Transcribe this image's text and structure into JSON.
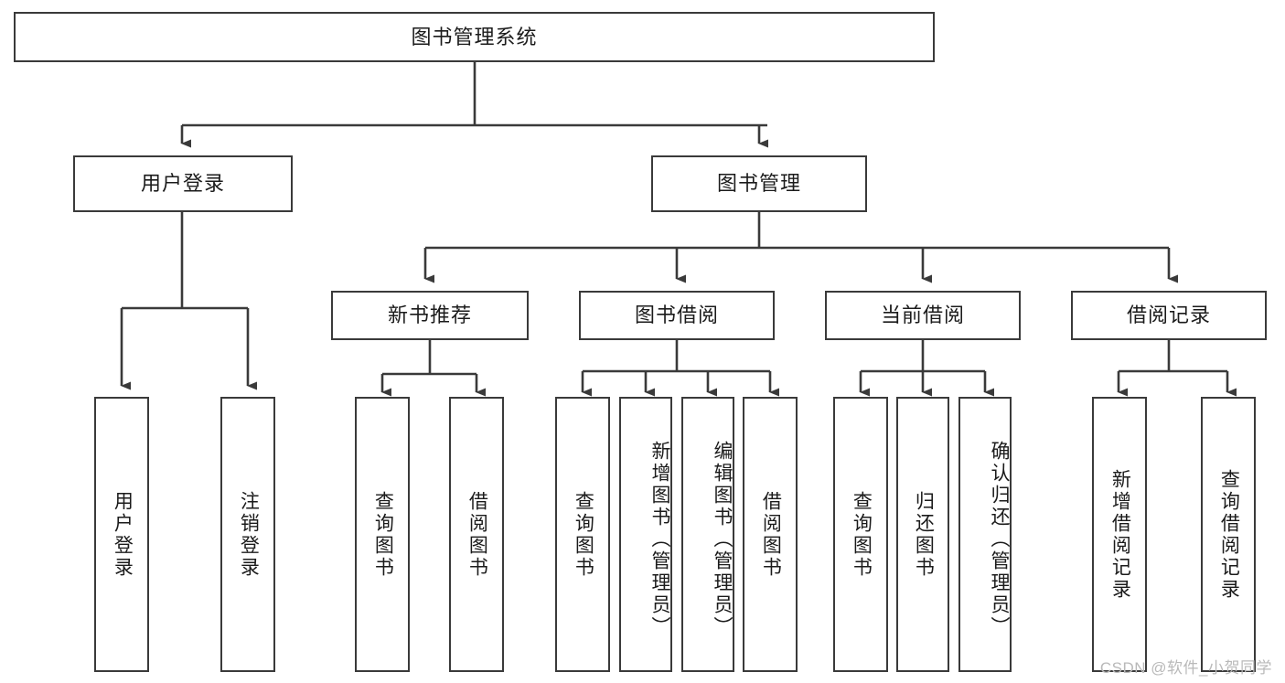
{
  "diagram": {
    "type": "tree-hierarchy",
    "title": "图书管理系统",
    "root": {
      "label": "图书管理系统",
      "orientation": "horizontal"
    },
    "level2": [
      {
        "label": "用户登录",
        "orientation": "horizontal"
      },
      {
        "label": "图书管理",
        "orientation": "horizontal"
      }
    ],
    "level3": [
      {
        "label": "新书推荐",
        "orientation": "horizontal",
        "parent": "图书管理"
      },
      {
        "label": "图书借阅",
        "orientation": "horizontal",
        "parent": "图书管理"
      },
      {
        "label": "当前借阅",
        "orientation": "horizontal",
        "parent": "图书管理"
      },
      {
        "label": "借阅记录",
        "orientation": "horizontal",
        "parent": "图书管理"
      }
    ],
    "leaves": {
      "user_login": [
        {
          "label": "用户登录",
          "orientation": "vertical"
        },
        {
          "label": "注销登录",
          "orientation": "vertical"
        }
      ],
      "new_book_recommend": [
        {
          "label": "查询图书",
          "orientation": "vertical"
        },
        {
          "label": "借阅图书",
          "orientation": "vertical"
        }
      ],
      "book_borrow": [
        {
          "label": "查询图书",
          "orientation": "vertical"
        },
        {
          "label": "新增图书（管理员）",
          "orientation": "vertical"
        },
        {
          "label": "编辑图书（管理员）",
          "orientation": "vertical"
        },
        {
          "label": "借阅图书",
          "orientation": "vertical"
        }
      ],
      "current_borrow": [
        {
          "label": "查询图书",
          "orientation": "vertical"
        },
        {
          "label": "归还图书",
          "orientation": "vertical"
        },
        {
          "label": "确认归还（管理员）",
          "orientation": "vertical"
        }
      ],
      "borrow_record": [
        {
          "label": "新增借阅记录",
          "orientation": "vertical"
        },
        {
          "label": "查询借阅记录",
          "orientation": "vertical"
        }
      ]
    }
  },
  "watermark": {
    "text": "CSDN @软件_小贺同学"
  },
  "colors": {
    "stroke": "#3a3a3a",
    "background": "#ffffff",
    "text": "#1b1b1b",
    "watermark": "#b9b9b9"
  }
}
